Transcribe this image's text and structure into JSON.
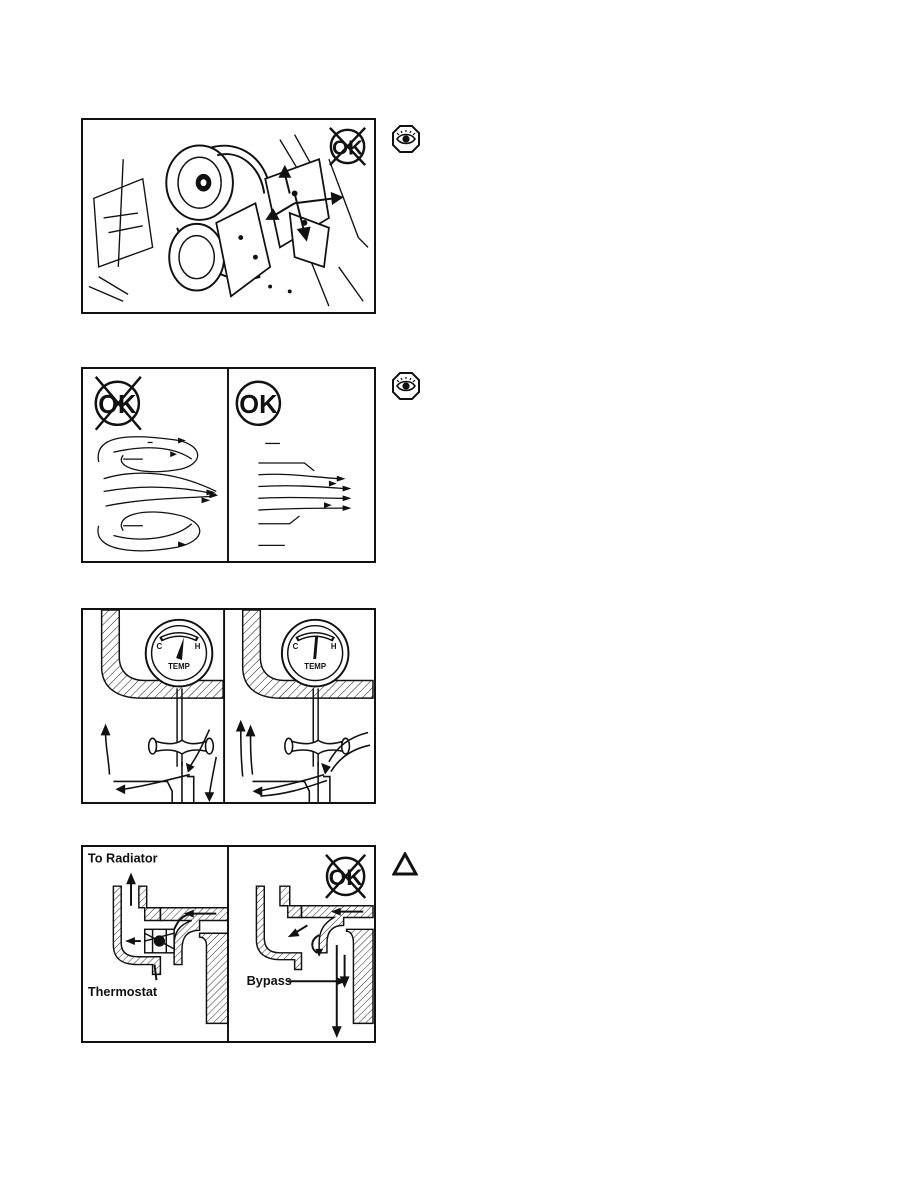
{
  "figure1": {
    "badge": "OK",
    "badge_crossed": true,
    "icon": "eye-icon"
  },
  "figure2": {
    "left_badge": "OK",
    "left_badge_crossed": true,
    "right_badge": "OK",
    "right_badge_crossed": false,
    "icon": "eye-icon"
  },
  "figure3": {
    "left_gauge": {
      "cold": "C",
      "hot": "H",
      "caption": "TEMP"
    },
    "right_gauge": {
      "cold": "C",
      "hot": "H",
      "caption": "TEMP"
    }
  },
  "figure4": {
    "to_radiator_label": "To Radiator",
    "thermostat_label": "Thermostat",
    "bypass_label": "Bypass",
    "badge": "OK",
    "badge_crossed": true,
    "icon": "warning-triangle-icon"
  }
}
